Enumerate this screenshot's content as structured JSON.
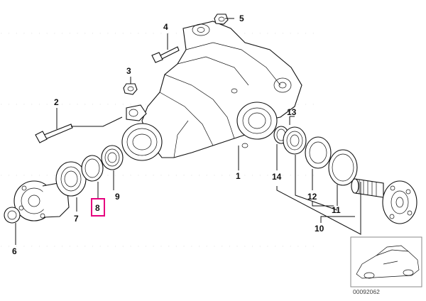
{
  "callouts": {
    "c1": "1",
    "c2": "2",
    "c3": "3",
    "c4": "4",
    "c5": "5",
    "c6": "6",
    "c7": "7",
    "c8": "8",
    "c9": "9",
    "c10": "10",
    "c11": "11",
    "c12": "12",
    "c13": "13",
    "c14": "14"
  },
  "highlight": {
    "part": "8",
    "color": "#e6007e"
  },
  "inset": {
    "code": "00092062"
  }
}
